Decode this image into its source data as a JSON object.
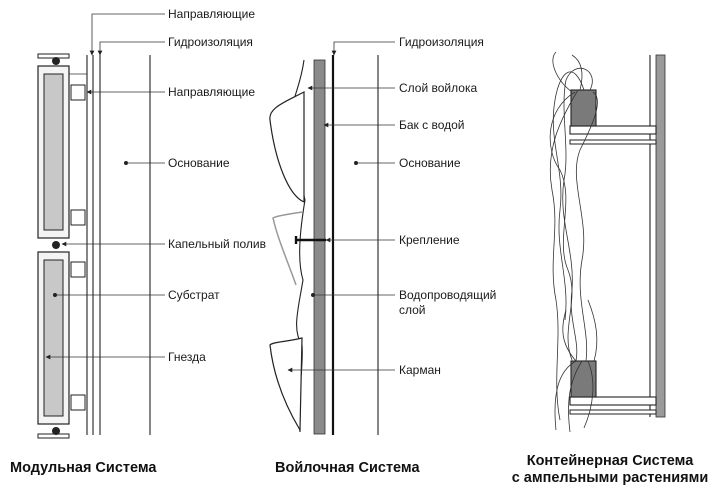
{
  "panels": {
    "modular": {
      "caption": "Модульная Система",
      "labels": {
        "guides_top": "Направляющие",
        "waterproofing": "Гидроизоляция",
        "guides_mid": "Направляющие",
        "base": "Основание",
        "drip_irrigation": "Капельный полив",
        "substrate": "Субстрат",
        "sockets": "Гнезда"
      }
    },
    "felt": {
      "caption": "Войлочная Система",
      "labels": {
        "waterproofing": "Гидроизоляция",
        "felt_layer": "Слой войлока",
        "water_tank": "Бак с водой",
        "base": "Основание",
        "fastening": "Крепление",
        "water_layer_1": "Водопроводящий",
        "water_layer_2": "слой",
        "pocket": "Карман"
      }
    },
    "container": {
      "caption_line1": "Контейнерная Система",
      "caption_line2": "с ампельными растениями"
    }
  }
}
